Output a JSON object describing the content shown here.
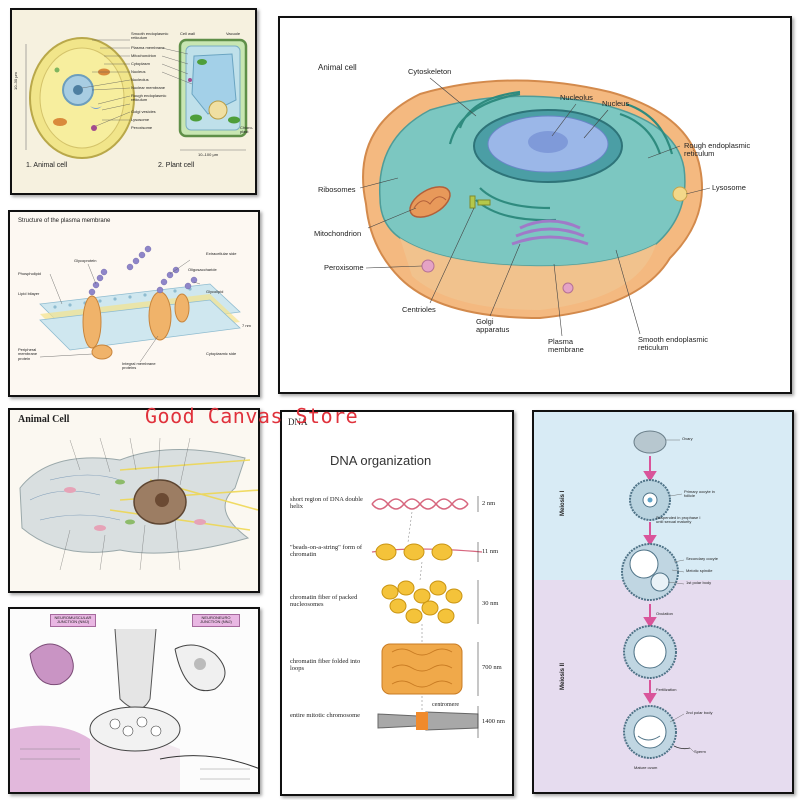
{
  "watermark": "Good Canvas Store",
  "poster_cells_compare": {
    "labels": [
      "Smooth endoplasmic reticulum",
      "Plasma membrane",
      "Mitochondrion",
      "Cytoplasm",
      "Nucleus",
      "Nucleolus",
      "Nuclear membrane",
      "Rough endoplasmic reticulum",
      "Golgi vesicles",
      "Lysosome",
      "Peroxisome"
    ],
    "cell_wall": "Cell wall",
    "vacuole": "Vacuole",
    "chloroplast": "Chloro-\nplast",
    "scale_animal": "10–30 μm",
    "scale_plant": "10–100 μm",
    "caption_animal": "1. Animal cell",
    "caption_plant": "2. Plant cell"
  },
  "poster_membrane": {
    "title": "Structure of the plasma membrane",
    "labels": {
      "glycoprotein": "Glycoprotein",
      "extracellular": "Extracellular side",
      "oligosaccharide": "Oligosaccharide",
      "phospholipid": "Phospholipid",
      "glycolipid": "Glycolipid",
      "lipid_bilayer": "Lipid bilayer",
      "peripheral": "Peripheral membrane protein",
      "integral": "Integral membrane proteins",
      "cytoplasmic": "Cytoplasmic side",
      "nm": "7 nm"
    }
  },
  "poster_animal_cell": {
    "title": "Animal Cell"
  },
  "poster_neuro": {
    "left_tag": "NEUROMUSCULAR JUNCTION (NMJ)",
    "right_tag": "NEURONEURO JUNCTION (NNJ)"
  },
  "poster_main_cell": {
    "title": "Animal cell",
    "labels": {
      "cytoskeleton": "Cytoskeleton",
      "nucleolus": "Nucleolus",
      "nucleus": "Nucleus",
      "rough_er": "Rough endoplasmic reticulum",
      "lysosome": "Lysosome",
      "ribosomes": "Ribosomes",
      "mitochondrion": "Mitochondrion",
      "peroxisome": "Peroxisome",
      "centrioles": "Centrioles",
      "golgi": "Golgi apparatus",
      "plasma_membrane": "Plasma membrane",
      "smooth_er": "Smooth endoplasmic reticulum"
    }
  },
  "poster_dna": {
    "corner": "DNA",
    "title": "DNA organization",
    "rows": [
      {
        "label": "short region of DNA double helix",
        "size": "2 nm"
      },
      {
        "label": "\"beads-on-a-string\" form of chromatin",
        "size": "11 nm"
      },
      {
        "label": "chromatin fiber of packed nucleosomes",
        "size": "30 nm"
      },
      {
        "label": "chromatin fiber folded into loops",
        "size": "700 nm"
      },
      {
        "label": "entire mitotic chromosome",
        "size": "1400 nm"
      }
    ],
    "centromere": "centromere"
  },
  "poster_meiosis": {
    "meiosis1": "Meiosis I",
    "meiosis2": "Meiosis II",
    "labels": {
      "ovary": "Ovary",
      "primary": "Primary oocyte in follicle",
      "suspended": "Suspended in prophase I until sexual maturity",
      "secondary": "Secondary oocyte",
      "spindle": "Meiotic spindle",
      "polar1": "1st polar body",
      "ovulation": "Ovulation",
      "fertilization": "Fertilization",
      "polar2": "2nd polar body",
      "sperm": "Sperm",
      "mature": "Mature ovum"
    },
    "colors": {
      "top": "#d8ebf5",
      "bottom": "#e6dcef",
      "arrow": "#d9549a"
    }
  }
}
